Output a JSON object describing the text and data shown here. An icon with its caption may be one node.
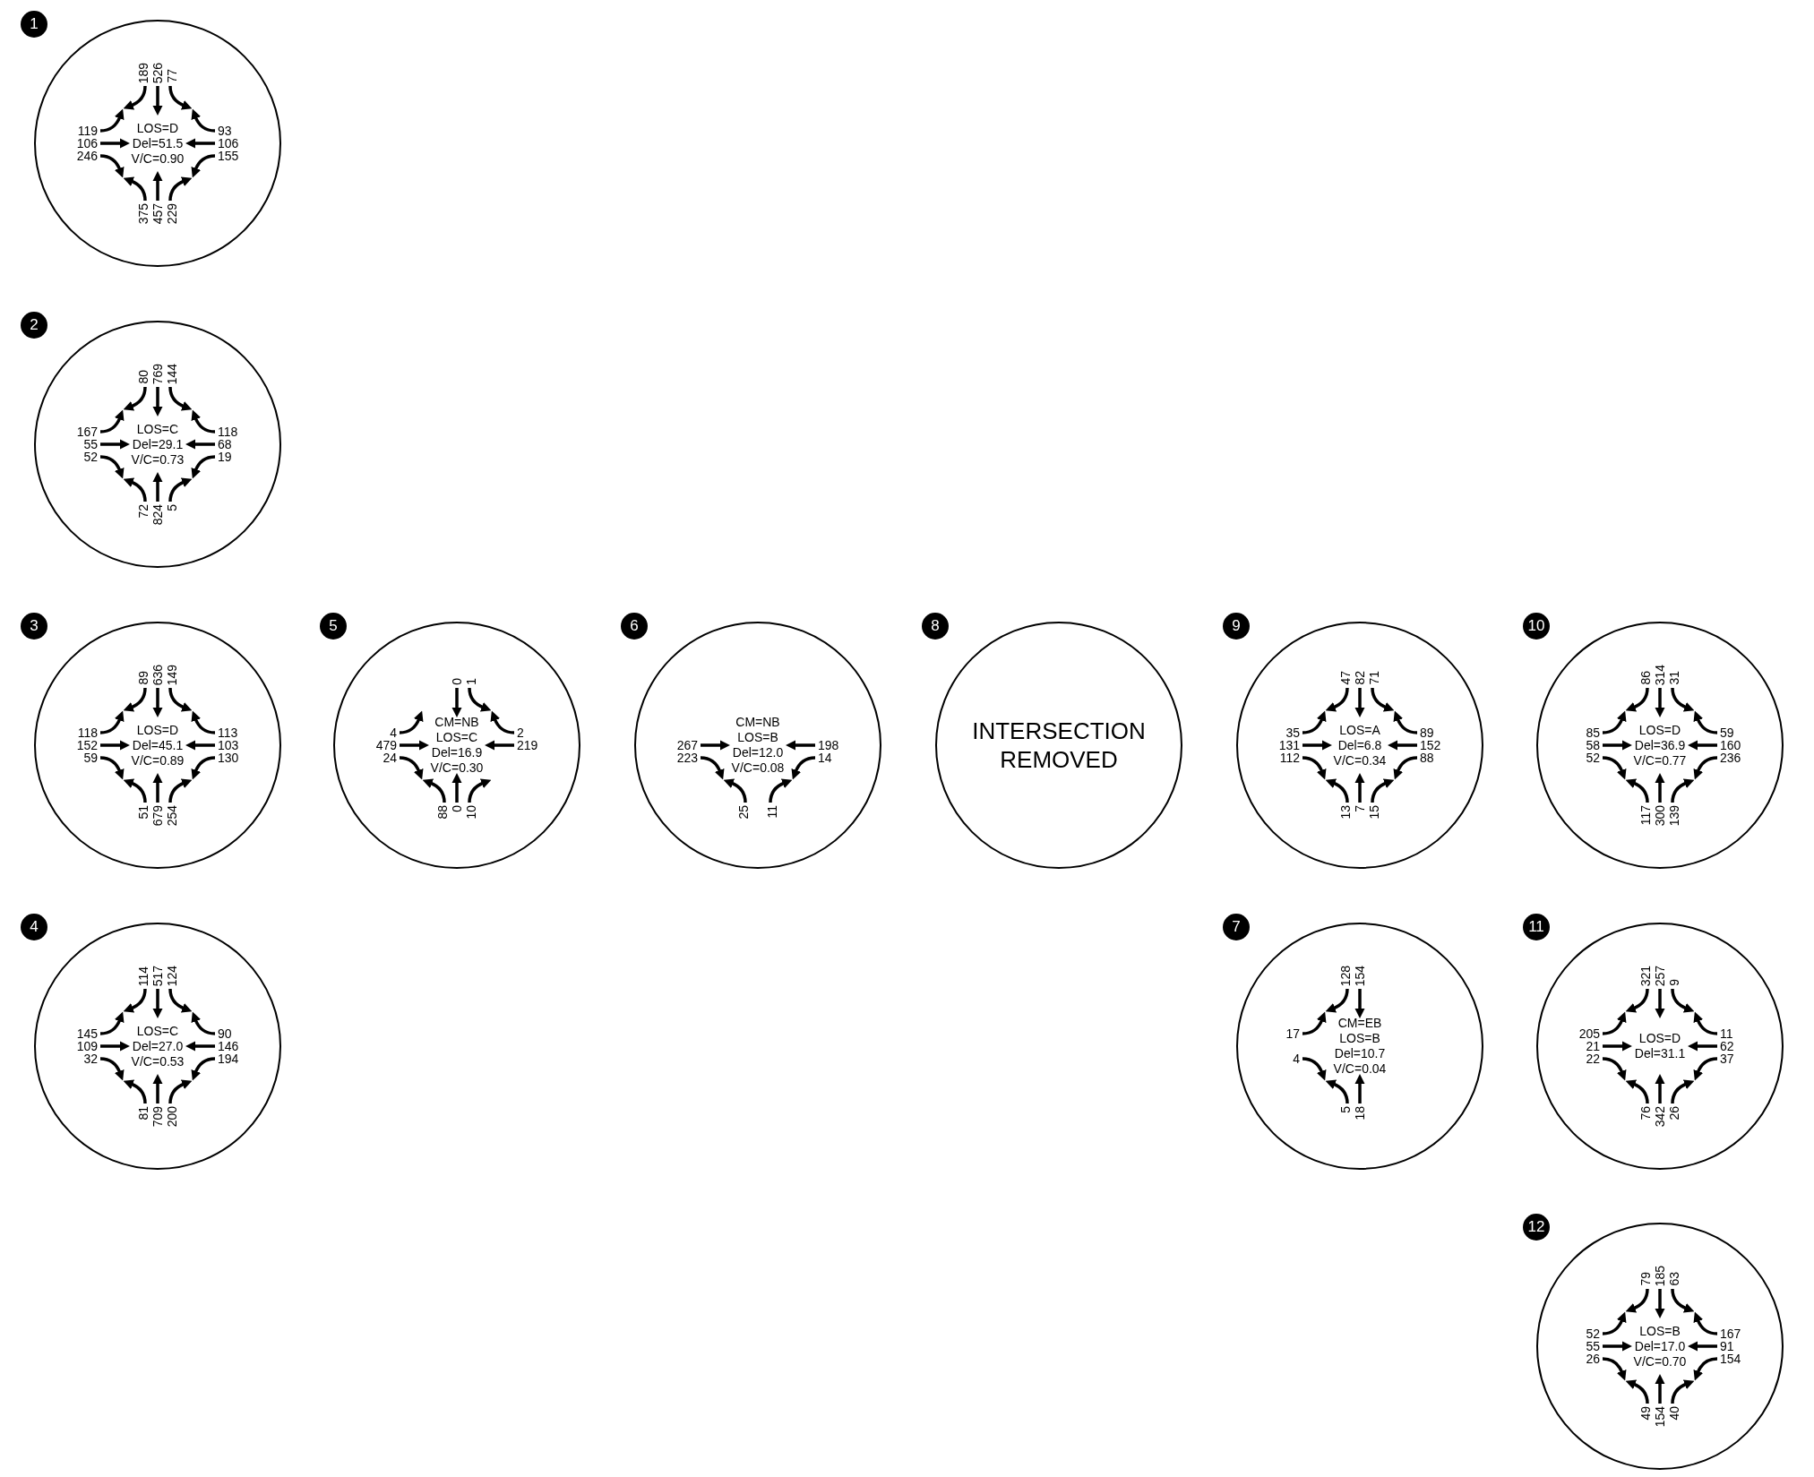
{
  "diagram": {
    "nodes": [
      {
        "text": [
          "1"
        ]
      },
      {
        "text": [
          "LOS=D",
          "Del=51.5",
          "V/C=0.90",
          "189",
          "526",
          "77",
          "119",
          "106",
          "246",
          "93",
          "106",
          "155",
          "375",
          "457",
          "229"
        ]
      },
      {
        "text": [
          "2"
        ]
      },
      {
        "text": [
          "LOS=C",
          "Del=29.1",
          "V/C=0.73",
          "80",
          "769",
          "144",
          "167",
          "55",
          "52",
          "118",
          "68",
          "19",
          "72",
          "824",
          "5"
        ]
      },
      {
        "text": [
          "3"
        ]
      },
      {
        "text": [
          "LOS=D",
          "Del=45.1",
          "V/C=0.89",
          "89",
          "636",
          "149",
          "118",
          "152",
          "59",
          "113",
          "103",
          "130",
          "51",
          "679",
          "254"
        ]
      },
      {
        "text": [
          "5"
        ]
      },
      {
        "text": [
          "CM=NB",
          "LOS=C",
          "Del=16.9",
          "V/C=0.30",
          "0",
          "1",
          "4",
          "479",
          "24",
          "2",
          "219",
          "88",
          "0",
          "10"
        ]
      },
      {
        "text": [
          "6"
        ]
      },
      {
        "text": [
          "CM=NB",
          "LOS=B",
          "Del=12.0",
          "V/C=0.08",
          "267",
          "223",
          "198",
          "14",
          "25",
          "11"
        ]
      },
      {
        "text": [
          "8"
        ]
      },
      {
        "text": [
          "INTERSECTION REMOVED"
        ]
      },
      {
        "text": [
          "9"
        ]
      },
      {
        "text": [
          "LOS=A",
          "Del=6.8",
          "V/C=0.34",
          "47",
          "82",
          "71",
          "35",
          "131",
          "112",
          "89",
          "152",
          "88",
          "13",
          "7",
          "15"
        ]
      },
      {
        "text": [
          "10"
        ]
      },
      {
        "text": [
          "LOS=D",
          "Del=36.9",
          "V/C=0.77",
          "86",
          "314",
          "31",
          "85",
          "58",
          "52",
          "59",
          "160",
          "236",
          "117",
          "300",
          "139"
        ]
      },
      {
        "text": [
          "4"
        ]
      },
      {
        "text": [
          "LOS=C",
          "Del=27.0",
          "V/C=0.53",
          "114",
          "517",
          "124",
          "145",
          "109",
          "32",
          "90",
          "146",
          "194",
          "81",
          "709",
          "200"
        ]
      },
      {
        "text": [
          "7"
        ]
      },
      {
        "text": [
          "CM=EB",
          "LOS=B",
          "Del=10.7",
          "V/C=0.04",
          "128",
          "154",
          "17",
          "4",
          "5",
          "18"
        ]
      },
      {
        "text": [
          "11"
        ]
      },
      {
        "text": [
          "LOS=D",
          "Del=31.1",
          "321",
          "257",
          "9",
          "205",
          "21",
          "22",
          "11",
          "62",
          "37",
          "76",
          "342",
          "26"
        ]
      },
      {
        "text": [
          "12"
        ]
      },
      {
        "text": [
          "LOS=B",
          "Del=17.0",
          "V/C=0.70",
          "79",
          "185",
          "63",
          "52",
          "55",
          "26",
          "167",
          "91",
          "154",
          "49",
          "154",
          "40"
        ]
      }
    ]
  }
}
